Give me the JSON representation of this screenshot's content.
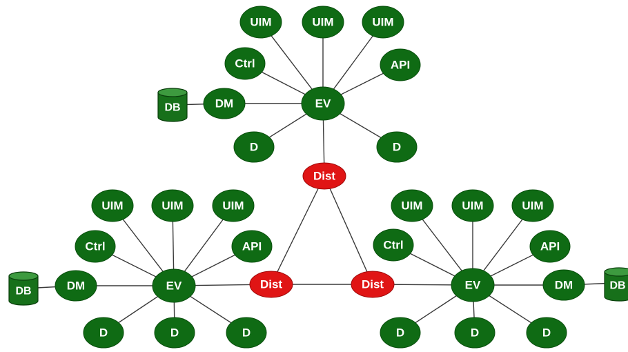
{
  "colors": {
    "component": "#0f6b14",
    "distributor": "#e01515",
    "database": "#17701a",
    "edge": "#3a3a3a"
  },
  "clusters": {
    "top": {
      "uim_1": "UIM",
      "uim_2": "UIM",
      "uim_3": "UIM",
      "ctrl": "Ctrl",
      "api": "API",
      "ev": "EV",
      "dm": "DM",
      "db": "DB",
      "d_1": "D",
      "d_2": "D",
      "dist": "Dist"
    },
    "left": {
      "uim_1": "UIM",
      "uim_2": "UIM",
      "uim_3": "UIM",
      "ctrl": "Ctrl",
      "api": "API",
      "ev": "EV",
      "dm": "DM",
      "db": "DB",
      "d_1": "D",
      "d_2": "D",
      "d_3": "D",
      "dist": "Dist"
    },
    "right": {
      "uim_1": "UIM",
      "uim_2": "UIM",
      "uim_3": "UIM",
      "ctrl": "Ctrl",
      "api": "API",
      "ev": "EV",
      "dm": "DM",
      "db": "DB",
      "d_1": "D",
      "d_2": "D",
      "d_3": "D",
      "dist": "Dist"
    }
  }
}
